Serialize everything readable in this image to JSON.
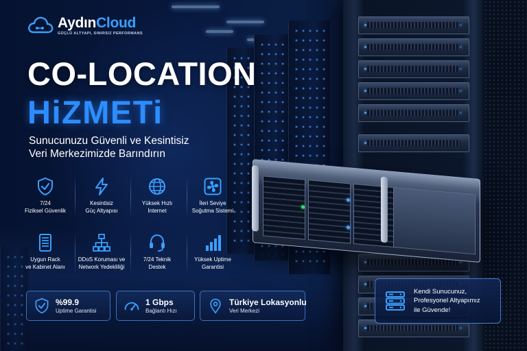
{
  "brand": {
    "name_part1": "Aydın",
    "name_part2": "Cloud",
    "tagline": "GÜÇLÜ ALTYAPI, SINIRSIZ PERFORMANS"
  },
  "hero": {
    "title_line1": "CO-LOCATION",
    "title_line2": "HiZMETi",
    "subtitle_line1": "Sunucunuzu Güvenli ve Kesintisiz",
    "subtitle_line2": "Veri Merkezimizde Barındırın"
  },
  "features": [
    {
      "icon": "shield-check-icon",
      "line1": "7/24",
      "line2": "Fiziksel Güvenlik"
    },
    {
      "icon": "lightning-icon",
      "line1": "Kesintisiz",
      "line2": "Güç Altyapısı"
    },
    {
      "icon": "globe-icon",
      "line1": "Yüksek Hızlı",
      "line2": "İnternet"
    },
    {
      "icon": "fan-icon",
      "line1": "İleri Seviye",
      "line2": "Soğutma Sistemi"
    },
    {
      "icon": "rack-icon",
      "line1": "Uygun Rack",
      "line2": "ve Kabinet Alanı"
    },
    {
      "icon": "network-icon",
      "line1": "DDoS Koruması ve",
      "line2": "Network Yedekliliği"
    },
    {
      "icon": "headset-icon",
      "line1": "7/24 Teknik",
      "line2": "Destek"
    },
    {
      "icon": "bar-chart-icon",
      "line1": "Yüksek Uptime",
      "line2": "Garantisi"
    }
  ],
  "stats": [
    {
      "icon": "shield-check-icon",
      "value": "%99.9",
      "label": "Uptime Garantisi"
    },
    {
      "icon": "speedometer-icon",
      "value": "1 Gbps",
      "label": "Bağlantı Hızı"
    },
    {
      "icon": "location-pin-icon",
      "value": "Türkiye Lokasyonlu",
      "label": "Veri Merkezi"
    }
  ],
  "promo": {
    "icon": "server-stack-icon",
    "line1": "Kendi Sunucunuz,",
    "line2": "Profesyonel Altyapımız",
    "line3": "ile Güvende!"
  },
  "colors": {
    "accent": "#2d8dff",
    "brand_blue": "#3aa0ff",
    "background": "#061230",
    "card_border": "#508ce6"
  }
}
